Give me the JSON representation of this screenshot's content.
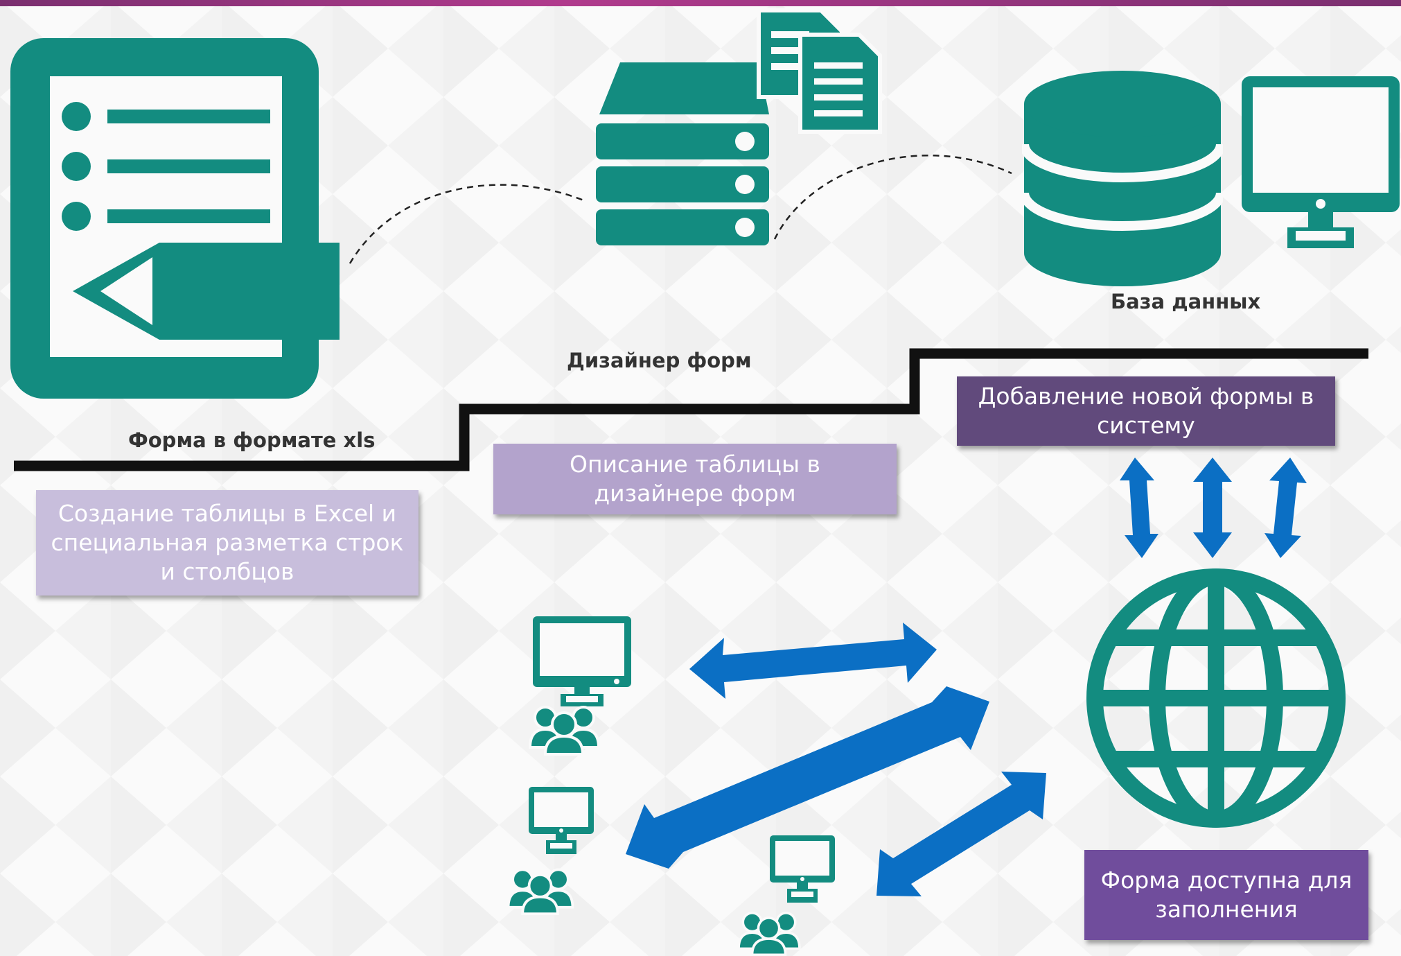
{
  "colors": {
    "teal": "#138c80",
    "arrow_blue": "#0b6fc4",
    "box_light_lilac": "#c8bedc",
    "box_lilac": "#b3a3cc",
    "box_dark_purple": "#614a7c",
    "box_purple": "#704d9c",
    "step_line": "#111111"
  },
  "icons": {
    "form_xls": "document-edit-icon",
    "designer": "server-documents-icon",
    "database": "database-icon",
    "monitor": "monitor-icon",
    "globe": "globe-icon",
    "users": "users-icon",
    "arrows": "double-arrow-icon"
  },
  "labels": {
    "form_xls": "Форма в формате xls",
    "designer": "Дизайнер форм",
    "database": "База данных"
  },
  "boxes": {
    "create_table": "Создание таблицы в Excel и специальная разметка строк и столбцов",
    "describe_table": "Описание таблицы в дизайнере форм",
    "add_form": "Добавление новой формы в систему",
    "form_available": "Форма доступна для заполнения"
  }
}
